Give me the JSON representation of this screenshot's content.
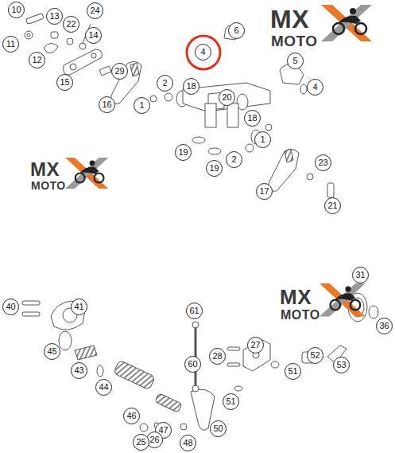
{
  "diagram": {
    "labels": [
      "10",
      "11",
      "13",
      "22",
      "24",
      "14",
      "12",
      "29",
      "15",
      "16",
      "1",
      "2",
      "18",
      "4",
      "6",
      "5",
      "4",
      "20",
      "18",
      "19",
      "19",
      "1",
      "2",
      "23",
      "17",
      "21",
      "31",
      "40",
      "41",
      "61",
      "36",
      "45",
      "27",
      "52",
      "28",
      "60",
      "53",
      "43",
      "51",
      "44",
      "51",
      "46",
      "50",
      "47",
      "26",
      "25",
      "48",
      "MX",
      "MOTO",
      "MX",
      "MOTO",
      "MX",
      "MOTO"
    ]
  }
}
